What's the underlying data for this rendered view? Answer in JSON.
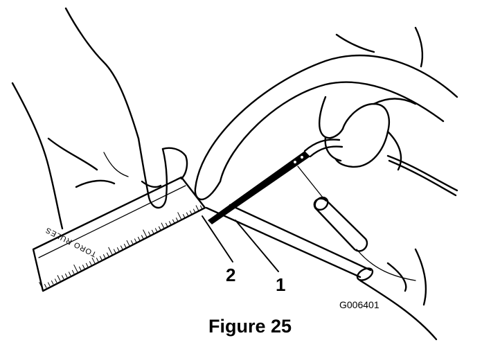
{
  "figure": {
    "caption": "Figure 25",
    "part_code": "G006401",
    "callouts": [
      "1",
      "2"
    ],
    "ruler_brand": "TORO RULES"
  }
}
